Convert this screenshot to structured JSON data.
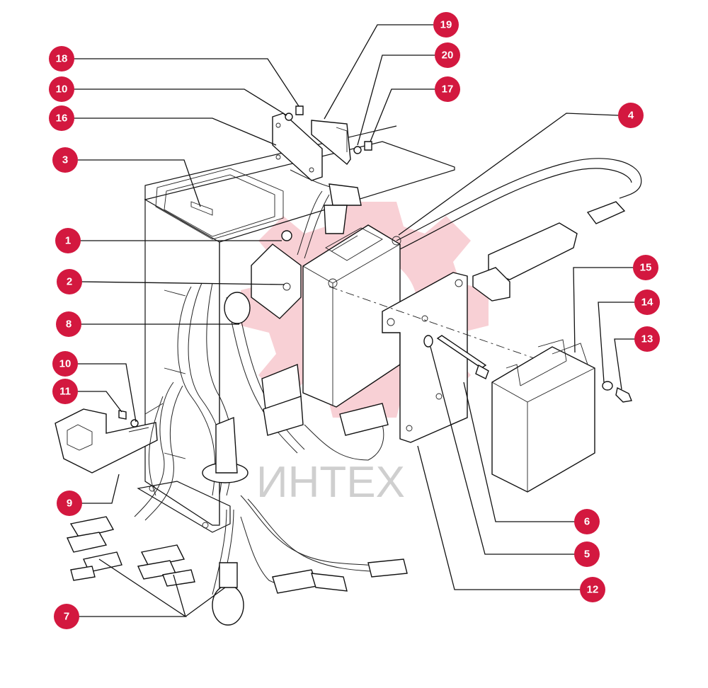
{
  "watermark": {
    "text": "ИНТЕХ",
    "color": "#d3183f"
  },
  "callouts": [
    {
      "id": "c18",
      "label": "18"
    },
    {
      "id": "c10a",
      "label": "10"
    },
    {
      "id": "c16",
      "label": "16"
    },
    {
      "id": "c3",
      "label": "3"
    },
    {
      "id": "c1",
      "label": "1"
    },
    {
      "id": "c2",
      "label": "2"
    },
    {
      "id": "c8",
      "label": "8"
    },
    {
      "id": "c10b",
      "label": "10"
    },
    {
      "id": "c11",
      "label": "11"
    },
    {
      "id": "c9",
      "label": "9"
    },
    {
      "id": "c7",
      "label": "7"
    },
    {
      "id": "c19",
      "label": "19"
    },
    {
      "id": "c20",
      "label": "20"
    },
    {
      "id": "c17",
      "label": "17"
    },
    {
      "id": "c4",
      "label": "4"
    },
    {
      "id": "c15",
      "label": "15"
    },
    {
      "id": "c14",
      "label": "14"
    },
    {
      "id": "c13",
      "label": "13"
    },
    {
      "id": "c6",
      "label": "6"
    },
    {
      "id": "c5",
      "label": "5"
    },
    {
      "id": "c12",
      "label": "12"
    }
  ],
  "colors": {
    "callout": "#d3183f",
    "line": "#111111"
  }
}
